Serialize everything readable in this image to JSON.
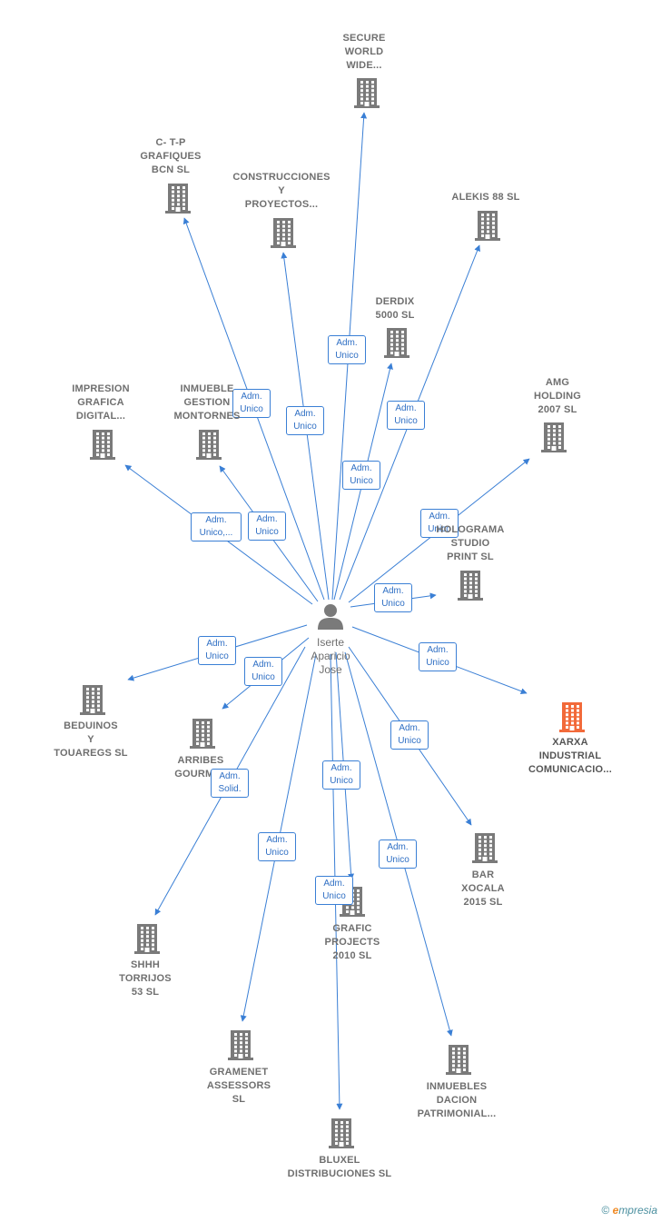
{
  "center": {
    "name": "Iserte\nAparicio\nJose"
  },
  "colors": {
    "edge": "#3a7fd5",
    "building": "#7a7a7a",
    "focus": "#f26a3a"
  },
  "nodes": [
    {
      "id": "secure",
      "label": "SECURE\nWORLD\nWIDE...",
      "role": "Adm.\nUnico"
    },
    {
      "id": "ctp",
      "label": "C- T-P\nGRAFIQUES\nBCN  SL",
      "role": "Adm.\nUnico"
    },
    {
      "id": "construcciones",
      "label": "CONSTRUCCIONES\nY\nPROYECTOS...",
      "role": "Adm.\nUnico"
    },
    {
      "id": "alekis",
      "label": "ALEKIS 88 SL",
      "role": "Adm.\nUnico"
    },
    {
      "id": "derdix",
      "label": "DERDIX\n5000  SL",
      "role": "Adm.\nUnico"
    },
    {
      "id": "amg",
      "label": "AMG\nHOLDING\n2007  SL",
      "role": "Adm.\nUnico"
    },
    {
      "id": "impresion",
      "label": "IMPRESION\nGRAFICA\nDIGITAL...",
      "role": "Adm.\nUnico,..."
    },
    {
      "id": "inmueble",
      "label": "INMUEBLE\nGESTION\nMONTORNES",
      "role": "Adm.\nUnico"
    },
    {
      "id": "holograma",
      "label": "HOLOGRAMA\nSTUDIO\nPRINT  SL",
      "role": "Adm.\nUnico"
    },
    {
      "id": "beduinos",
      "label": "BEDUINOS\nY\nTOUAREGS SL",
      "role": "Adm.\nUnico"
    },
    {
      "id": "arribes",
      "label": "ARRIBES\nGOURMET",
      "role": "Adm.\nUnico"
    },
    {
      "id": "xarxa",
      "label": "XARXA\nINDUSTRIAL\nCOMUNICACIO...",
      "role": "Adm.\nUnico",
      "focus": true
    },
    {
      "id": "bar",
      "label": "BAR\nXOCALA\n2015  SL",
      "role": "Adm.\nUnico"
    },
    {
      "id": "shhh",
      "label": "SHHH\nTORRIJOS\n53  SL",
      "role": "Adm.\nSolid."
    },
    {
      "id": "grafic",
      "label": "GRAFIC\nPROJECTS\n2010  SL",
      "role": "Adm.\nUnico"
    },
    {
      "id": "gramenet",
      "label": "GRAMENET\nASSESSORS\nSL",
      "role": "Adm.\nUnico"
    },
    {
      "id": "inmuebles",
      "label": "INMUEBLES\nDACION\nPATRIMONIAL...",
      "role": "Adm.\nUnico"
    },
    {
      "id": "bluxel",
      "label": "BLUXEL\nDISTRIBUCIONES SL",
      "role": "Adm.\nUnico"
    }
  ],
  "footer": {
    "copyright": "©",
    "brand_e": "e",
    "brand_rest": "mpresia"
  }
}
